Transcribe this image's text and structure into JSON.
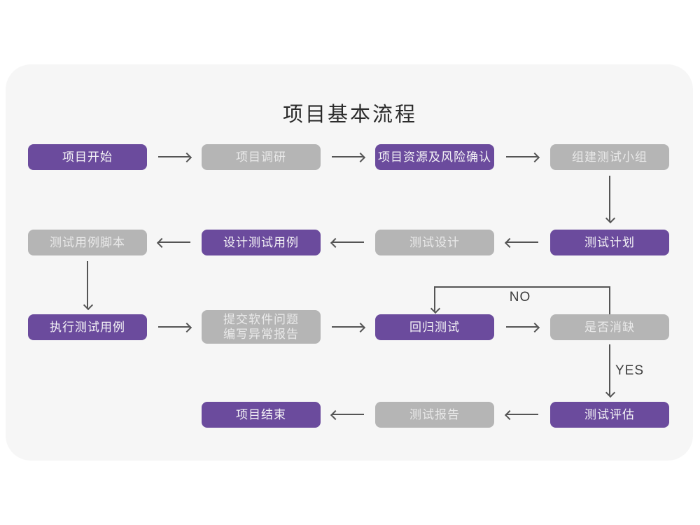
{
  "title": "项目基本流程",
  "labels": {
    "no": "NO",
    "yes": "YES"
  },
  "colors": {
    "purple": "#6b4b9d",
    "gray": "#b5b5b5",
    "arrow": "#555555",
    "card_bg": "#f6f6f6",
    "page_bg": "#ffffff",
    "title_color": "#2b2b2b"
  },
  "nodes": [
    {
      "id": "project-start",
      "label": "项目开始",
      "variant": "purple"
    },
    {
      "id": "project-research",
      "label": "项目调研",
      "variant": "gray"
    },
    {
      "id": "resource-risk",
      "label": "项目资源及风险确认",
      "variant": "purple"
    },
    {
      "id": "build-test-team",
      "label": "组建测试小组",
      "variant": "gray"
    },
    {
      "id": "test-plan",
      "label": "测试计划",
      "variant": "purple"
    },
    {
      "id": "test-design",
      "label": "测试设计",
      "variant": "gray"
    },
    {
      "id": "design-test-cases",
      "label": "设计测试用例",
      "variant": "purple"
    },
    {
      "id": "test-case-script",
      "label": "测试用例脚本",
      "variant": "gray"
    },
    {
      "id": "execute-test-cases",
      "label": "执行测试用例",
      "variant": "purple"
    },
    {
      "id": "submit-issue-report",
      "lines": [
        "提交软件问题",
        "编写异常报告"
      ],
      "variant": "gray"
    },
    {
      "id": "regression-test",
      "label": "回归测试",
      "variant": "purple"
    },
    {
      "id": "defect-cleared",
      "label": "是否消缺",
      "variant": "gray"
    },
    {
      "id": "test-evaluation",
      "label": "测试评估",
      "variant": "purple"
    },
    {
      "id": "test-report",
      "label": "测试报告",
      "variant": "gray"
    },
    {
      "id": "project-end",
      "label": "项目结束",
      "variant": "purple"
    }
  ]
}
